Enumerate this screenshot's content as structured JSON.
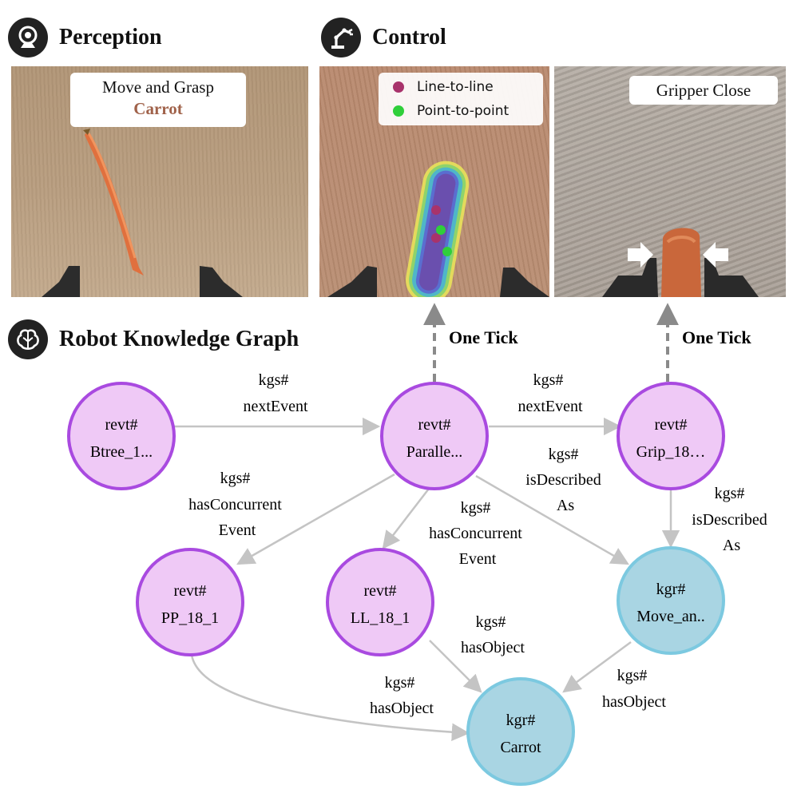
{
  "sections": {
    "perception": "Perception",
    "control": "Control",
    "graph": "Robot Knowledge Graph"
  },
  "perception_panel": {
    "caption_line1": "Move and Grasp",
    "caption_line2": "Carrot"
  },
  "control_panel": {
    "legend": [
      {
        "label": "Line-to-line",
        "color": "#a8336b"
      },
      {
        "label": "Point-to-point",
        "color": "#2fcf3a"
      }
    ],
    "gripper_caption": "Gripper Close"
  },
  "ticks": [
    "One Tick",
    "One Tick"
  ],
  "nodes": [
    {
      "id": "btree",
      "line1": "revt#",
      "line2": "Btree_1...",
      "kind": "event"
    },
    {
      "id": "parallel",
      "line1": "revt#",
      "line2": "Paralle...",
      "kind": "event"
    },
    {
      "id": "grip",
      "line1": "revt#",
      "line2": "Grip_18…",
      "kind": "event"
    },
    {
      "id": "pp",
      "line1": "revt#",
      "line2": "PP_18_1",
      "kind": "event"
    },
    {
      "id": "ll",
      "line1": "revt#",
      "line2": "LL_18_1",
      "kind": "event"
    },
    {
      "id": "move",
      "line1": "kgr#",
      "line2": "Move_an..",
      "kind": "resource"
    },
    {
      "id": "carrot",
      "line1": "kgr#",
      "line2": "Carrot",
      "kind": "resource"
    }
  ],
  "edges": [
    {
      "from": "btree",
      "to": "parallel",
      "lines": [
        "kgs#",
        "nextEvent"
      ]
    },
    {
      "from": "parallel",
      "to": "grip",
      "lines": [
        "kgs#",
        "nextEvent"
      ]
    },
    {
      "from": "parallel",
      "to": "pp",
      "lines": [
        "kgs#",
        "hasConcurrent",
        "Event"
      ]
    },
    {
      "from": "parallel",
      "to": "ll",
      "lines": [
        "kgs#",
        "hasConcurrent",
        "Event"
      ]
    },
    {
      "from": "parallel",
      "to": "move",
      "lines": [
        "kgs#",
        "isDescribed",
        "As"
      ]
    },
    {
      "from": "grip",
      "to": "move",
      "lines": [
        "kgs#",
        "isDescribed",
        "As"
      ]
    },
    {
      "from": "ll",
      "to": "carrot",
      "lines": [
        "kgs#",
        "hasObject"
      ]
    },
    {
      "from": "pp",
      "to": "carrot",
      "lines": [
        "kgs#",
        "hasObject"
      ]
    },
    {
      "from": "move",
      "to": "carrot",
      "lines": [
        "kgs#",
        "hasObject"
      ]
    }
  ],
  "colors": {
    "event_fill": "#efc9f6",
    "event_stroke": "#a94ae0",
    "resource_fill": "#a9d5e3",
    "resource_stroke": "#7cc9e0",
    "edge": "#c4c4c4",
    "tick_arrow": "#8a8a8a",
    "carrot_text": "#a0624a"
  },
  "icons": {
    "perception": "webcam-icon",
    "control": "robot-arm-icon",
    "graph": "brain-icon"
  }
}
